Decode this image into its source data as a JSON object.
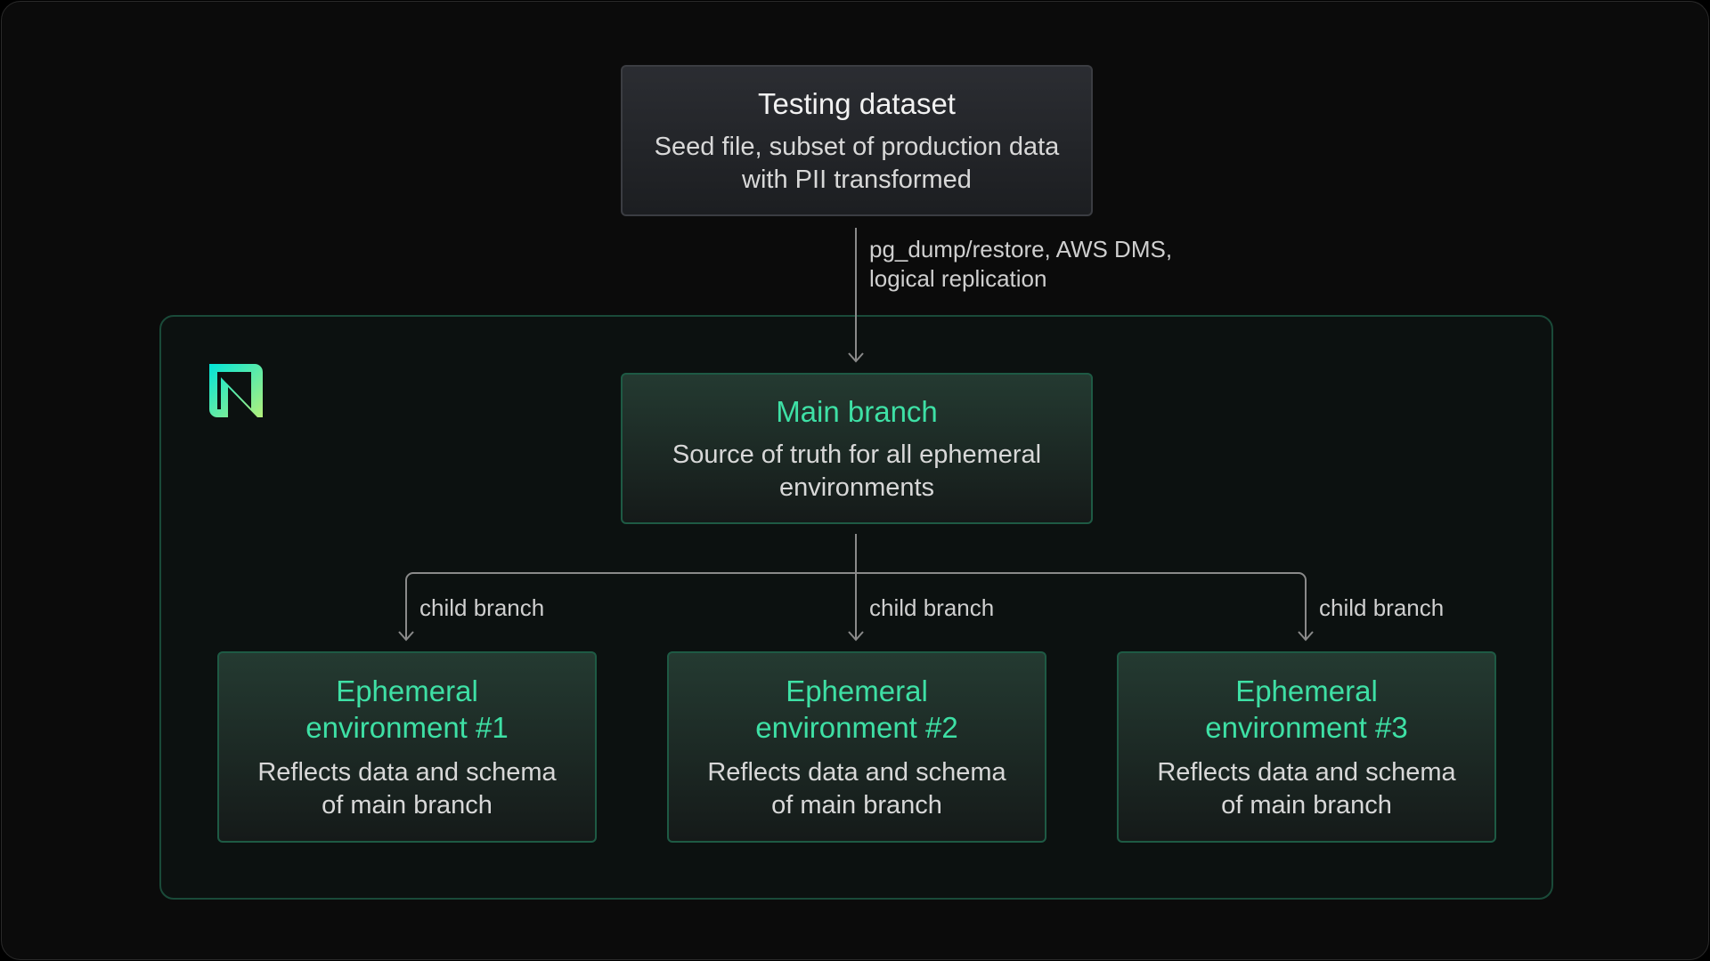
{
  "diagram": {
    "dataset": {
      "title": "Testing dataset",
      "description_line1": "Seed file, subset of production data",
      "description_line2": "with PII transformed"
    },
    "replication_label": {
      "line1": "pg_dump/restore, AWS DMS,",
      "line2": "logical replication"
    },
    "main_branch": {
      "title": "Main branch",
      "description_line1": "Source of truth for all ephemeral",
      "description_line2": "environments"
    },
    "child_branch_label": "child branch",
    "environments": [
      {
        "title_line1": "Ephemeral",
        "title_line2": "environment #1",
        "description_line1": "Reflects data and schema",
        "description_line2": "of main branch"
      },
      {
        "title_line1": "Ephemeral",
        "title_line2": "environment #2",
        "description_line1": "Reflects data and schema",
        "description_line2": "of main branch"
      },
      {
        "title_line1": "Ephemeral",
        "title_line2": "environment #3",
        "description_line1": "Reflects data and schema",
        "description_line2": "of main branch"
      }
    ],
    "logo_icon": "neon-logo-icon"
  },
  "colors": {
    "background": "#0b0b0b",
    "accent_green": "#3ee0a5",
    "frame_border": "#1a4a39",
    "connector": "#8a8a8a",
    "text_muted": "#d8d8d8",
    "logo_gradient_start": "#00e5d9",
    "logo_gradient_end": "#b4f07a"
  }
}
